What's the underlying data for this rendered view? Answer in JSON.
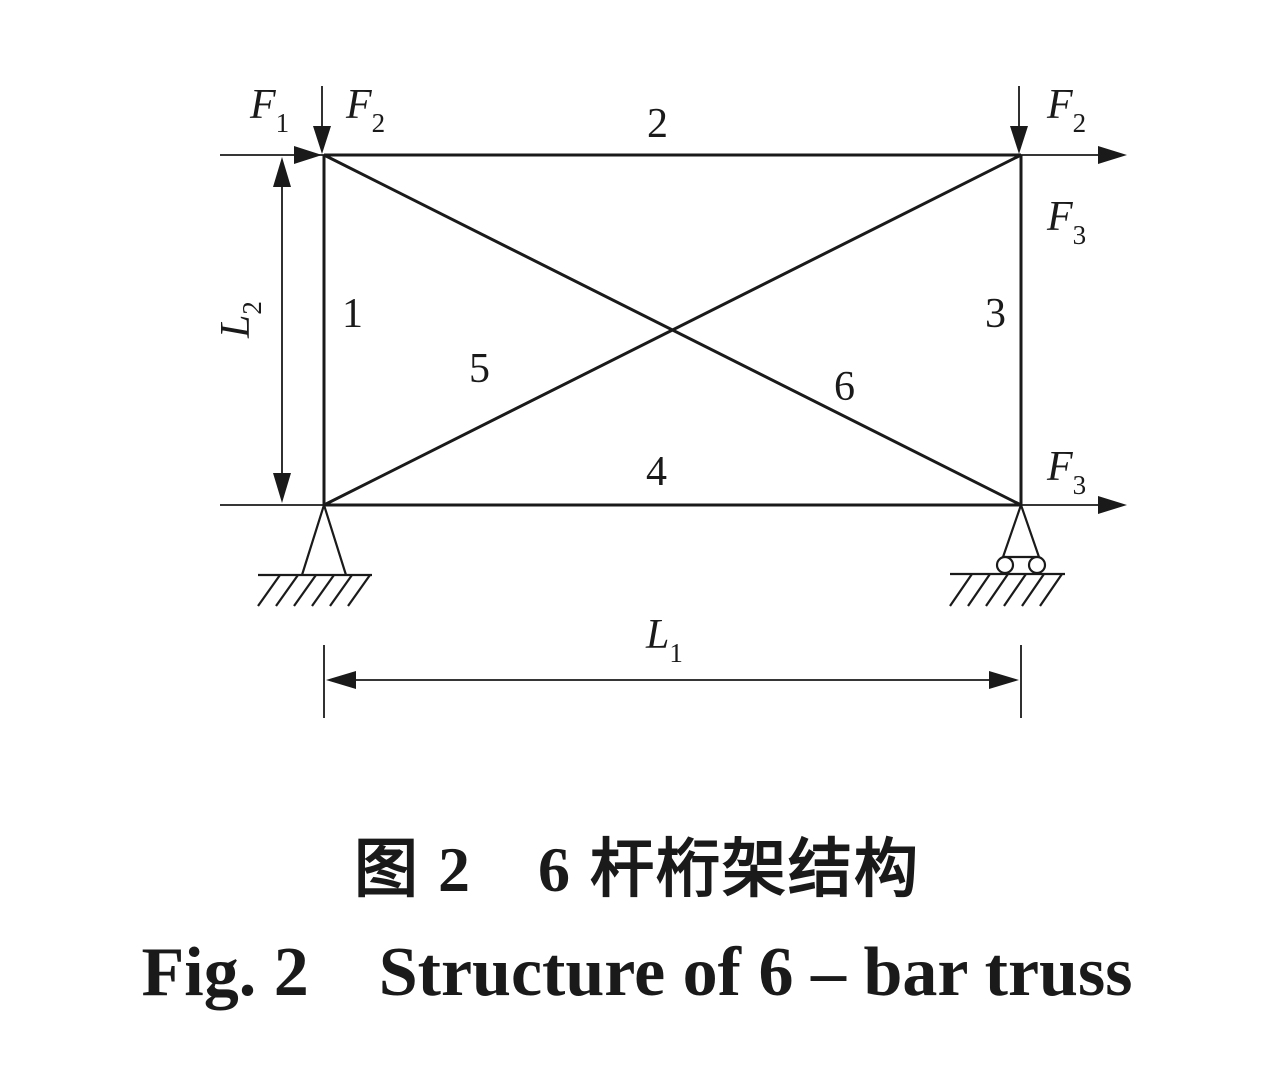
{
  "figure": {
    "bar_labels": {
      "bar_1": "1",
      "bar_2": "2",
      "bar_3": "3",
      "bar_4": "4",
      "bar_5": "5",
      "bar_6": "6"
    },
    "forces": {
      "f1_left_horizontal": {
        "symbol": "F",
        "subscript": "1"
      },
      "f2_left_vertical": {
        "symbol": "F",
        "subscript": "2"
      },
      "f2_right_horizontal": {
        "symbol": "F",
        "subscript": "2"
      },
      "f3_right_vertical": {
        "symbol": "F",
        "subscript": "3"
      },
      "f3_right_bottom_horizontal": {
        "symbol": "F",
        "subscript": "3"
      }
    },
    "dimensions": {
      "height": {
        "symbol": "L",
        "subscript": "2"
      },
      "width": {
        "symbol": "L",
        "subscript": "1"
      }
    },
    "supports": {
      "left": "pinned",
      "right": "roller"
    },
    "line_color": "#1a1a1a"
  },
  "caption": {
    "chinese": "图 2　6 杆桁架结构",
    "english": "Fig. 2    Structure of 6 – bar truss"
  }
}
